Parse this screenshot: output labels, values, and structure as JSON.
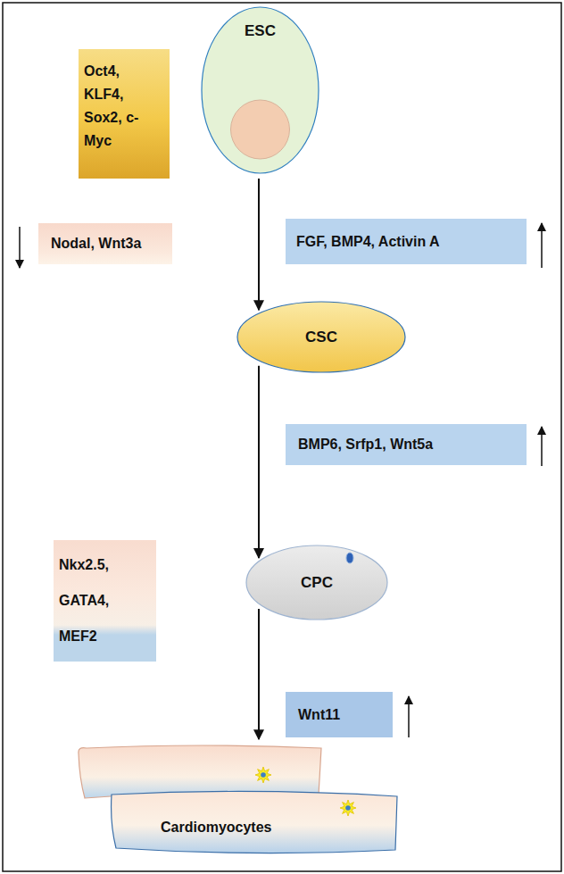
{
  "diagram": {
    "nodes": [
      {
        "text": [
          "Oct4, KLF4, Sox2, c-Myc"
        ]
      },
      {
        "text": [
          "ESC"
        ]
      },
      {
        "text": [
          "Nodal, Wnt3a"
        ]
      },
      {
        "text": [
          "FGF, BMP4, Activin A"
        ]
      },
      {
        "text": [
          "CSC"
        ]
      },
      {
        "text": [
          "BMP6, Srfp1, Wnt5a"
        ]
      },
      {
        "text": [
          "Nkx2.5, GATA4, MEF2"
        ]
      },
      {
        "text": [
          "CPC"
        ]
      },
      {
        "text": [
          "Wnt11"
        ]
      },
      {
        "text": [
          "Cardiomyocytes"
        ]
      }
    ],
    "edges": [
      {
        "from": 1,
        "to": 4,
        "arrow": "to"
      },
      {
        "from": 4,
        "to": 7,
        "arrow": "to"
      },
      {
        "from": 7,
        "to": 9,
        "arrow": "to"
      }
    ]
  }
}
